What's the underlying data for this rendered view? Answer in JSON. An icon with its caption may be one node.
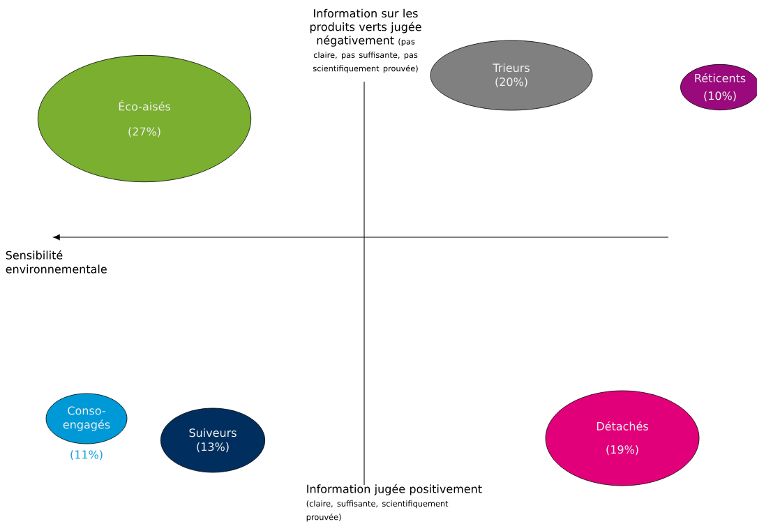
{
  "diagram": {
    "nodes": [
      {
        "text": [
          "Éco-aisés",
          "(27%)"
        ]
      },
      {
        "text": [
          "Trieurs",
          "(20%)"
        ]
      },
      {
        "text": [
          "Réticents",
          "(10%)"
        ]
      },
      {
        "text": [
          "Conso-engagés"
        ],
        "beside": [
          "(11%)"
        ]
      },
      {
        "text": [
          "Suiveurs",
          "(13%)"
        ]
      },
      {
        "text": [
          "Détachés",
          "(19%)"
        ]
      }
    ],
    "labels": [
      "Information sur les produits verts jugée négativement",
      "(pas claire, pas suffisante, pas scientifiquement prouvée)",
      "Sensibilité environnementale",
      "Information jugée positivement",
      "(claire, suffisante, scientifiquement prouvée)"
    ]
  }
}
